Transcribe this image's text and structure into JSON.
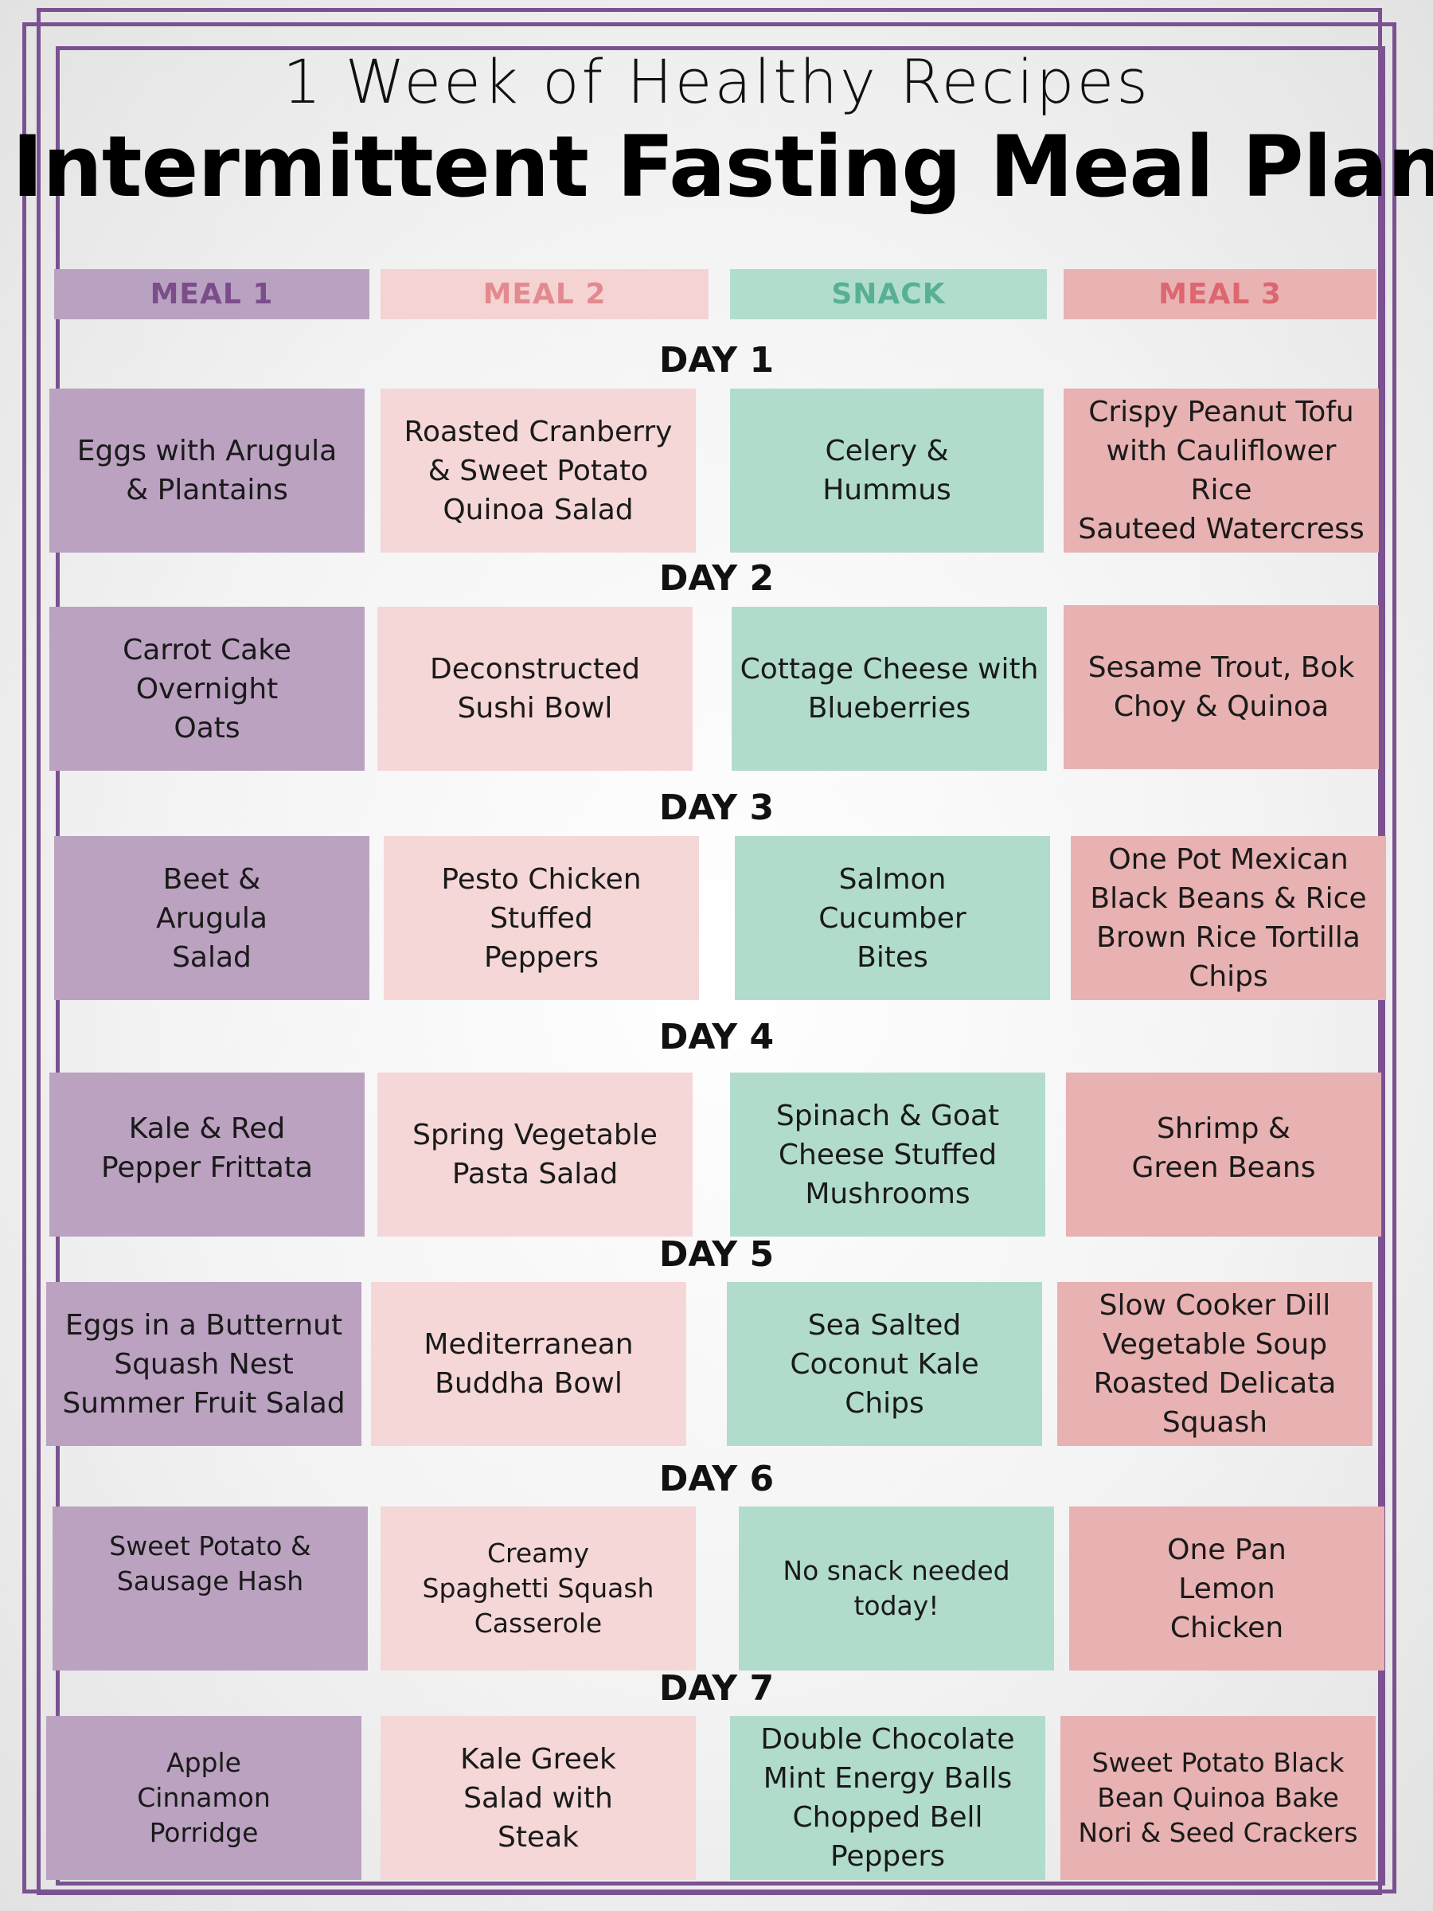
{
  "header": {
    "subtitle": "1 Week of Healthy Recipes",
    "title": "Intermittent Fasting Meal Plan"
  },
  "columns": [
    "MEAL 1",
    "MEAL 2",
    "SNACK",
    "MEAL 3"
  ],
  "days": [
    {
      "label": "DAY 1",
      "meals": [
        "Eggs with Arugula\n& Plantains",
        "Roasted Cranberry\n& Sweet Potato\nQuinoa Salad",
        "Celery &\nHummus",
        "Crispy Peanut Tofu\nwith Cauliflower Rice\nSauteed Watercress"
      ]
    },
    {
      "label": "DAY 2",
      "meals": [
        "Carrot Cake\nOvernight\nOats",
        "Deconstructed\nSushi Bowl",
        "Cottage Cheese with\nBlueberries",
        "Sesame Trout, Bok\nChoy & Quinoa"
      ]
    },
    {
      "label": "DAY 3",
      "meals": [
        "Beet &\nArugula\nSalad",
        "Pesto Chicken\nStuffed\nPeppers",
        "Salmon\nCucumber\nBites",
        "One Pot Mexican\nBlack Beans & Rice\nBrown Rice Tortilla\nChips"
      ]
    },
    {
      "label": "DAY 4",
      "meals": [
        "Kale & Red\nPepper Frittata",
        "Spring Vegetable\nPasta Salad",
        "Spinach & Goat\nCheese Stuffed\nMushrooms",
        "Shrimp &\nGreen Beans"
      ]
    },
    {
      "label": "DAY 5",
      "meals": [
        "Eggs in a Butternut\nSquash Nest\nSummer Fruit Salad",
        "Mediterranean\nBuddha Bowl",
        "Sea Salted\nCoconut Kale\nChips",
        "Slow Cooker Dill\nVegetable Soup\nRoasted Delicata\nSquash"
      ]
    },
    {
      "label": "DAY 6",
      "meals": [
        "Sweet Potato &\nSausage Hash",
        "Creamy\nSpaghetti Squash\nCasserole",
        "No snack needed\ntoday!",
        "One Pan\nLemon\nChicken"
      ]
    },
    {
      "label": "DAY 7",
      "meals": [
        "Apple\nCinnamon\nPorridge",
        "Kale Greek\nSalad with\nSteak",
        "Double Chocolate\nMint Energy Balls\nChopped Bell\nPeppers",
        "Sweet Potato Black\nBean Quinoa Bake\nNori & Seed Crackers"
      ]
    }
  ]
}
